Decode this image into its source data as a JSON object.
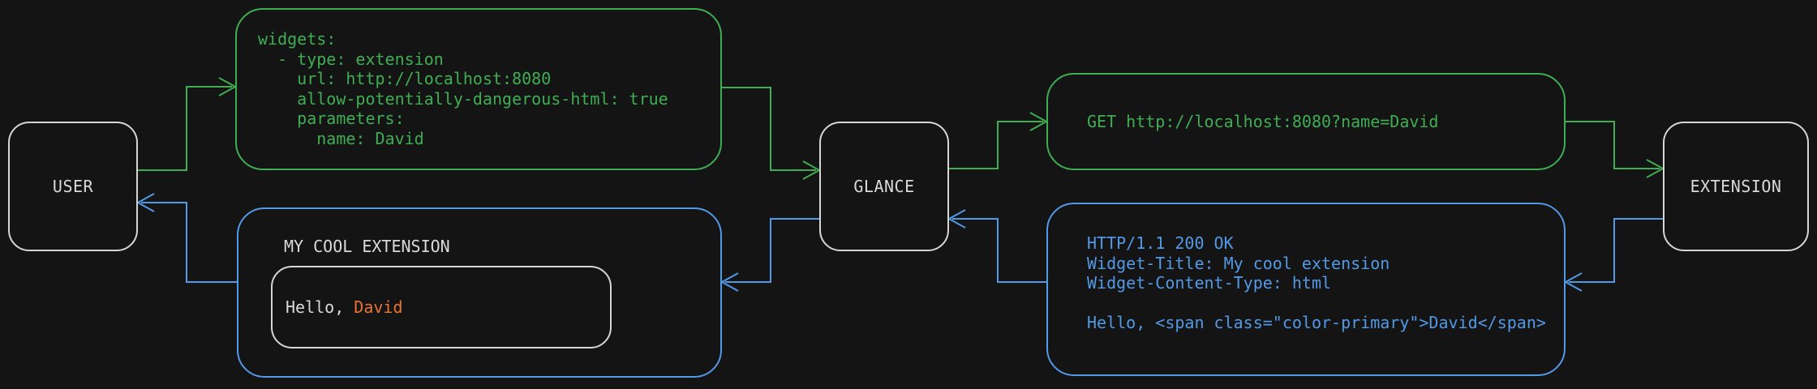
{
  "diagram": {
    "nodes": {
      "user": "USER",
      "glance": "GLANCE",
      "extension": "EXTENSION"
    },
    "config_box": {
      "code": "widgets:\n  - type: extension\n    url: http://localhost:8080\n    allow-potentially-dangerous-html: true\n    parameters:\n      name: David"
    },
    "request_box": {
      "code": "GET http://localhost:8080?name=David"
    },
    "response_box": {
      "code": "HTTP/1.1 200 OK\nWidget-Title: My cool extension\nWidget-Content-Type: html\n\nHello, <span class=\"color-primary\">David</span>"
    },
    "widget_preview": {
      "title": "MY COOL EXTENSION",
      "greeting_prefix": "Hello, ",
      "greeting_name": "David"
    },
    "colors": {
      "request_green": "#3fae53",
      "response_blue": "#5299e6",
      "primary_accent_orange": "#e8752f",
      "node_border": "#d6d6d6",
      "text": "#d9d9d9",
      "background": "#141414"
    }
  }
}
